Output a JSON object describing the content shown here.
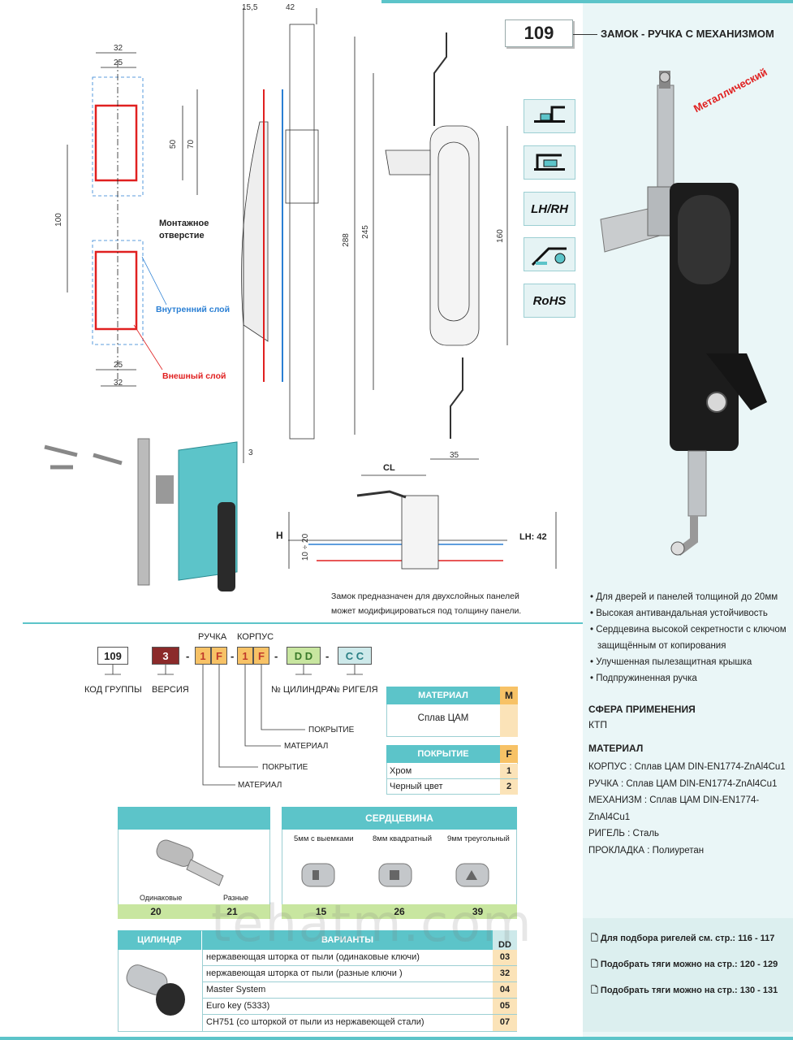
{
  "header": {
    "group_number": "109",
    "title": "ЗАМОК - РУЧКА С МЕХАНИЗМОМ",
    "metal_label": "Металлический"
  },
  "icons": [
    {
      "name": "surface-mount-icon",
      "label": ""
    },
    {
      "name": "recessed-mount-icon",
      "label": ""
    },
    {
      "name": "lh-rh-icon",
      "label": "LH/RH"
    },
    {
      "name": "seal-icon",
      "label": ""
    },
    {
      "name": "rohs-icon",
      "label": "RoHS"
    }
  ],
  "drawing": {
    "dims": {
      "d32_top": "32",
      "d25_top": "25",
      "d70": "70",
      "d50": "50",
      "d100": "100",
      "d25_bot": "25",
      "d32_bot": "32",
      "d15_5": "15,5",
      "d42": "42",
      "d288": "288",
      "d245": "245",
      "d160": "160",
      "d35": "35",
      "d3": "3",
      "cl": "CL",
      "h": "H",
      "d10_20": "10 ÷ 20",
      "lh": "LH: 42"
    },
    "mounting_hole": "Монтажное отверстие",
    "inner_layer": "Внутренний слой",
    "outer_layer": "Внешный слой",
    "note_line1": "Замок предназначен для двухслойных панелей",
    "note_line2": "может модифицироваться под толщину панели."
  },
  "order_code": {
    "group": "109",
    "version": "3",
    "sep": "-",
    "handle_1": "1",
    "handle_f": "F",
    "body_1": "1",
    "body_f": "F",
    "cylinder": "D D",
    "bolt": "C C",
    "label_handle": "РУЧКА",
    "label_body": "КОРПУС",
    "label_group": "КОД ГРУППЫ",
    "label_version": "ВЕРСИЯ",
    "label_cylinder_no": "№ ЦИЛИНДРА",
    "label_bolt_no": "№ РИГЕЛЯ",
    "label_coating1": "ПОКРЫТИЕ",
    "label_material1": "МАТЕРИАЛ",
    "label_coating2": "ПОКРЫТИЕ",
    "label_material2": "МАТЕРИАЛ"
  },
  "material_table": {
    "header": "МАТЕРИАЛ",
    "code_header": "M",
    "value": "Сплав ЦАМ"
  },
  "coating_table": {
    "header": "ПОКРЫТИЕ",
    "code_header": "F",
    "rows": [
      {
        "name": "Хром",
        "code": "1"
      },
      {
        "name": "Черный цвет",
        "code": "2"
      }
    ]
  },
  "key_table": {
    "same": "Одинаковые",
    "different": "Разные",
    "code_same": "20",
    "code_diff": "21"
  },
  "core_table": {
    "header": "СЕРДЦЕВИНА",
    "items": [
      {
        "label": "5мм с выемками",
        "code": "15"
      },
      {
        "label": "8мм квадратный",
        "code": "26"
      },
      {
        "label": "9мм треугольный",
        "code": "39"
      }
    ]
  },
  "cylinder_table": {
    "header_cylinder": "ЦИЛИНДР",
    "header_variants": "ВАРИАНТЫ",
    "header_code": "DD",
    "rows": [
      {
        "name": "нержавеющая шторка от пыли (одинаковые ключи)",
        "code": "03"
      },
      {
        "name": "нержавеющая шторка от пыли (разные ключи )",
        "code": "32"
      },
      {
        "name": "Master System",
        "code": "04"
      },
      {
        "name": "Euro key (5333)",
        "code": "05"
      },
      {
        "name": "CH751 (со шторкой от пыли из нержавеющей стали)",
        "code": "07"
      }
    ]
  },
  "features": [
    "Для дверей и панелей толщиной до 20мм",
    "Высокая антивандальная устойчивость",
    "Сердцевина высокой секретности с ключом",
    "защищённым от копирования",
    "Улучшенная пылезащитная крышка",
    "Подпружиненная ручка"
  ],
  "application": {
    "title": "СФЕРА ПРИМЕНЕНИЯ",
    "value": "КТП"
  },
  "materials": {
    "title": "МАТЕРИАЛ",
    "rows": [
      "КОРПУС : Сплав ЦАМ DIN-EN1774-ZnAl4Cu1",
      "РУЧКА : Сплав ЦАМ DIN-EN1774-ZnAl4Cu1",
      "МЕХАНИЗМ : Сплав ЦАМ DIN-EN1774-ZnAl4Cu1",
      "РИГЕЛЬ : Сталь",
      "ПРОКЛАДКА : Полиуретан"
    ]
  },
  "refs": [
    "Для подбора ригелей см. стр.: 116 - 117",
    "Подобрать тяги можно на стр.: 120 - 129",
    "Подобрать тяги можно на стр.: 130 - 131"
  ],
  "watermark": "tehatm.com",
  "colors": {
    "teal": "#5cc4c9",
    "red": "#e02020",
    "blue": "#2a7fd4",
    "orange": "#f7c266",
    "maroon": "#8b2a2a",
    "green": "#c8e6a0"
  }
}
